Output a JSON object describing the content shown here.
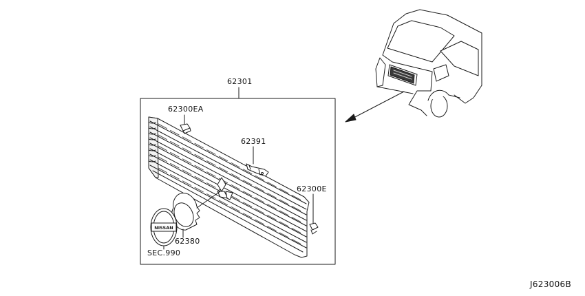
{
  "labels": {
    "assembly": "62301",
    "clip_upper": "62300EA",
    "bracket": "62391",
    "clip_lower": "62300E",
    "cap": "62380",
    "emblem_ref": "SEC.990",
    "drawing_code": "J623006B"
  },
  "emblem_text": "NISSAN",
  "colors": {
    "line": "#1a1a1a",
    "background": "#ffffff"
  }
}
